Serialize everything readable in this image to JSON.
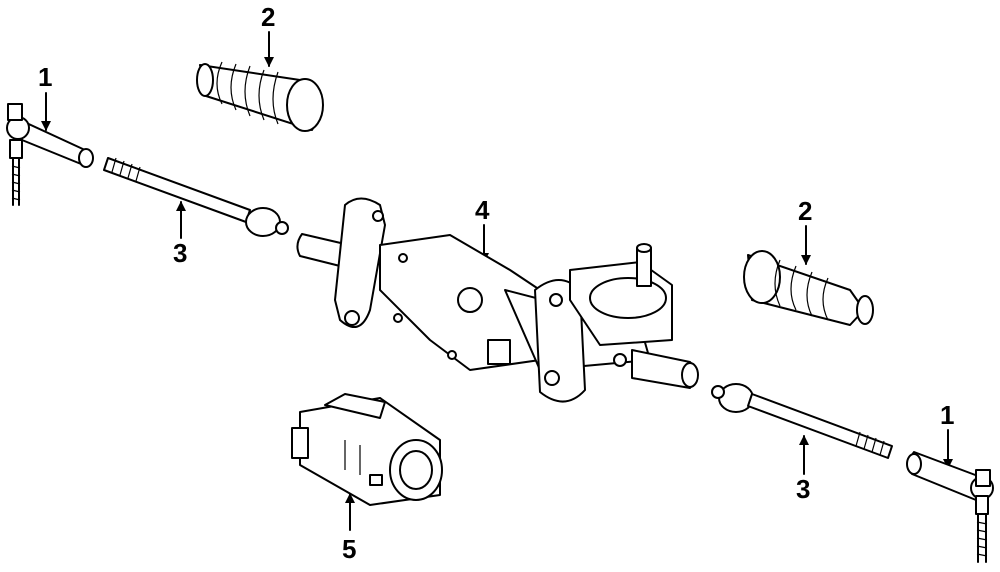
{
  "diagram": {
    "callouts": [
      {
        "id": "c1-left",
        "label": "1"
      },
      {
        "id": "c2-top",
        "label": "2"
      },
      {
        "id": "c3-left",
        "label": "3"
      },
      {
        "id": "c4",
        "label": "4"
      },
      {
        "id": "c2-right",
        "label": "2"
      },
      {
        "id": "c5",
        "label": "5"
      },
      {
        "id": "c1-right",
        "label": "1"
      },
      {
        "id": "c3-right",
        "label": "3"
      }
    ]
  }
}
